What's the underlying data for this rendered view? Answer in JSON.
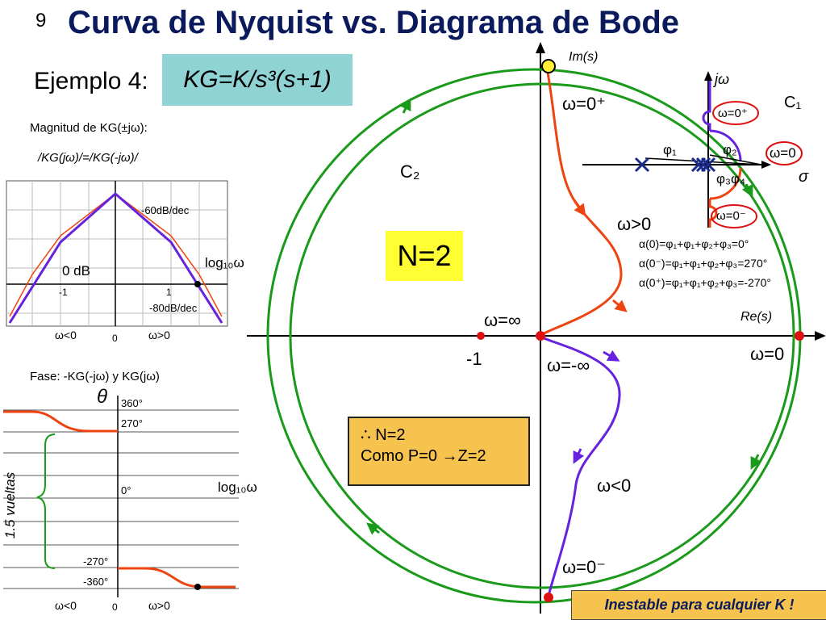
{
  "slide_number": "9",
  "title": "Curva de Nyquist vs. Diagrama de Bode",
  "example_label": "Ejemplo 4:",
  "transfer_function": "KG=K/s³(s+1)",
  "magnitude": {
    "heading": "Magnitud de KG(±jω):",
    "equality": "/KG(jω)/=/KG(-jω)/",
    "slope1": "-60dB/dec",
    "slope2": "-80dB/dec",
    "zero_db": "0 dB",
    "tick_neg": "-1",
    "tick_pos": "1",
    "axis_label": "log₁₀ω",
    "w_neg": "ω<0",
    "w_zero": "0",
    "w_pos": "ω>0"
  },
  "phase": {
    "heading": "Fase: -KG(-jω) y KG(jω)",
    "theta": "θ",
    "labels": [
      "360°",
      "270°",
      "0°",
      "-270°",
      "-360°"
    ],
    "axis_label": "log₁₀ω",
    "turns": "1.5 vueltas",
    "w_neg": "ω<0",
    "w_zero": "0",
    "w_pos": "ω>0"
  },
  "nyquist": {
    "im_label": "Im(s)",
    "re_label": "Re(s)",
    "c2": "C₂",
    "n_box": "N=2",
    "w0plus": "ω=0⁺",
    "wpos": "ω>0",
    "winf": "ω=∞",
    "wneginf": "ω=-∞",
    "wneg": "ω<0",
    "w0minus": "ω=0⁻",
    "w0": "ω=0",
    "minus_one": "-1"
  },
  "splane": {
    "jw": "jω",
    "c1": "C₁",
    "w0plus": "ω=0⁺",
    "w0": "ω=0",
    "w0minus": "ω=0⁻",
    "sigma": "σ",
    "phi1": "φ₁",
    "phi2": "φ₂",
    "phi34": "φ₃φ₄",
    "eq1": "α(0)=φ₁+φ₁+φ₂+φ₃=0°",
    "eq2": "α(0⁻)=φ₁+φ₁+φ₂+φ₃=270°",
    "eq3": "α(0⁺)=φ₁+φ₁+φ₂+φ₃=-270°"
  },
  "conclusion": {
    "line1": "∴ N=2",
    "line2": "Como P=0 →Z=2"
  },
  "footer": "Inestable para cualquier K !",
  "colors": {
    "title": "#0a1a5c",
    "green_contour": "#1a9a1a",
    "orange_curve": "#ee4411",
    "purple_curve": "#6622dd",
    "kg_box": "#8fd3d4",
    "n_box": "#ffff33",
    "note_box": "#f6c34f",
    "highlight_dot": "#ffee33"
  }
}
